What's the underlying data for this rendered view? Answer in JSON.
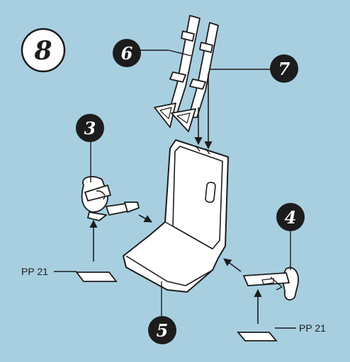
{
  "step": {
    "number": "8"
  },
  "callouts": [
    {
      "id": "3",
      "text": "3"
    },
    {
      "id": "4",
      "text": "4"
    },
    {
      "id": "5",
      "text": "5"
    },
    {
      "id": "6",
      "text": "6"
    },
    {
      "id": "7",
      "text": "7"
    }
  ],
  "part_refs": [
    {
      "id": "left",
      "text": "PP 21"
    },
    {
      "id": "right",
      "text": "PP 21"
    }
  ],
  "colors": {
    "background": "#a8cfe0",
    "line": "#1c1c1c",
    "callout_fill": "#1c1c1c",
    "callout_text": "#ffffff",
    "part_fill": "#ffffff"
  }
}
